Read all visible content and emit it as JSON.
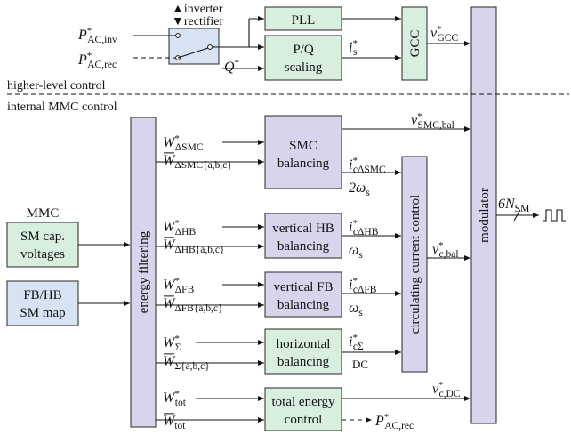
{
  "blocks": {
    "pll": "PLL",
    "pq_line1": "P/Q",
    "pq_line2": "scaling",
    "gcc": "GCC",
    "modulator": "modulator",
    "energy_filtering": "energy filtering",
    "circulating": "circulating current control",
    "smc_line1": "SMC",
    "smc_line2": "balancing",
    "vhb_line1": "vertical HB",
    "vhb_line2": "balancing",
    "vfb_line1": "vertical FB",
    "vfb_line2": "balancing",
    "hor_line1": "horizontal",
    "hor_line2": "balancing",
    "tot_line1": "total energy",
    "tot_line2": "control",
    "smcap_line1": "SM cap.",
    "smcap_line2": "voltages",
    "fbhb_line1": "FB/HB",
    "fbhb_line2": "SM map",
    "mmc": "MMC"
  },
  "switch_legend": {
    "inverter": "inverter",
    "rectifier": "rectifier"
  },
  "regions": {
    "upper": "higher-level control",
    "lower": "internal MMC control"
  },
  "signals": {
    "p_ac_inv": [
      "P",
      "*",
      "AC,inv"
    ],
    "p_ac_rec_in": [
      "P",
      "*",
      "AC,rec"
    ],
    "q_star": [
      "Q",
      "*",
      ""
    ],
    "i_s": [
      "i",
      "*",
      "s"
    ],
    "v_gcc": [
      "v",
      "*",
      "GCC"
    ],
    "v_smc_bal": [
      "v",
      "*",
      "SMC,bal"
    ],
    "w_dsmc": [
      "W",
      "*",
      "ΔSMC"
    ],
    "wbar_dsmc": [
      "W",
      "",
      "ΔSMC{a,b,c}"
    ],
    "i_c_dsmc": [
      "i",
      "*",
      "cΔSMC"
    ],
    "two_omega": [
      "2ω",
      "",
      "s"
    ],
    "w_dhb": [
      "W",
      "*",
      "ΔHB"
    ],
    "wbar_dhb": [
      "W",
      "",
      "ΔHB{a,b,c}"
    ],
    "i_c_dhb": [
      "i",
      "*",
      "cΔHB"
    ],
    "omega_hb": [
      "ω",
      "",
      "s"
    ],
    "w_dfb": [
      "W",
      "*",
      "ΔFB"
    ],
    "wbar_dfb": [
      "W",
      "",
      "ΔFB{a,b,c}"
    ],
    "i_c_dfb": [
      "i",
      "*",
      "cΔFB"
    ],
    "omega_fb": [
      "ω",
      "",
      "s"
    ],
    "w_sigma": [
      "W",
      "*",
      "Σ"
    ],
    "wbar_sigma": [
      "W",
      "",
      "Σ{a,b,c}"
    ],
    "i_c_sigma": [
      "i",
      "*",
      "cΣ"
    ],
    "dc": "DC",
    "v_c_bal": [
      "v",
      "*",
      "c,bal"
    ],
    "w_tot": [
      "W",
      "*",
      "tot"
    ],
    "wbar_tot": [
      "W",
      "",
      "tot"
    ],
    "v_c_dc": [
      "v",
      "*",
      "c,DC"
    ],
    "p_ac_rec_out": [
      "P",
      "*",
      "AC,rec"
    ],
    "n_sm": [
      "6N",
      "",
      "SM"
    ]
  },
  "colors": {
    "green": "#d8efdf",
    "purple": "#d9d3ec",
    "blue": "#d7e3f2"
  }
}
